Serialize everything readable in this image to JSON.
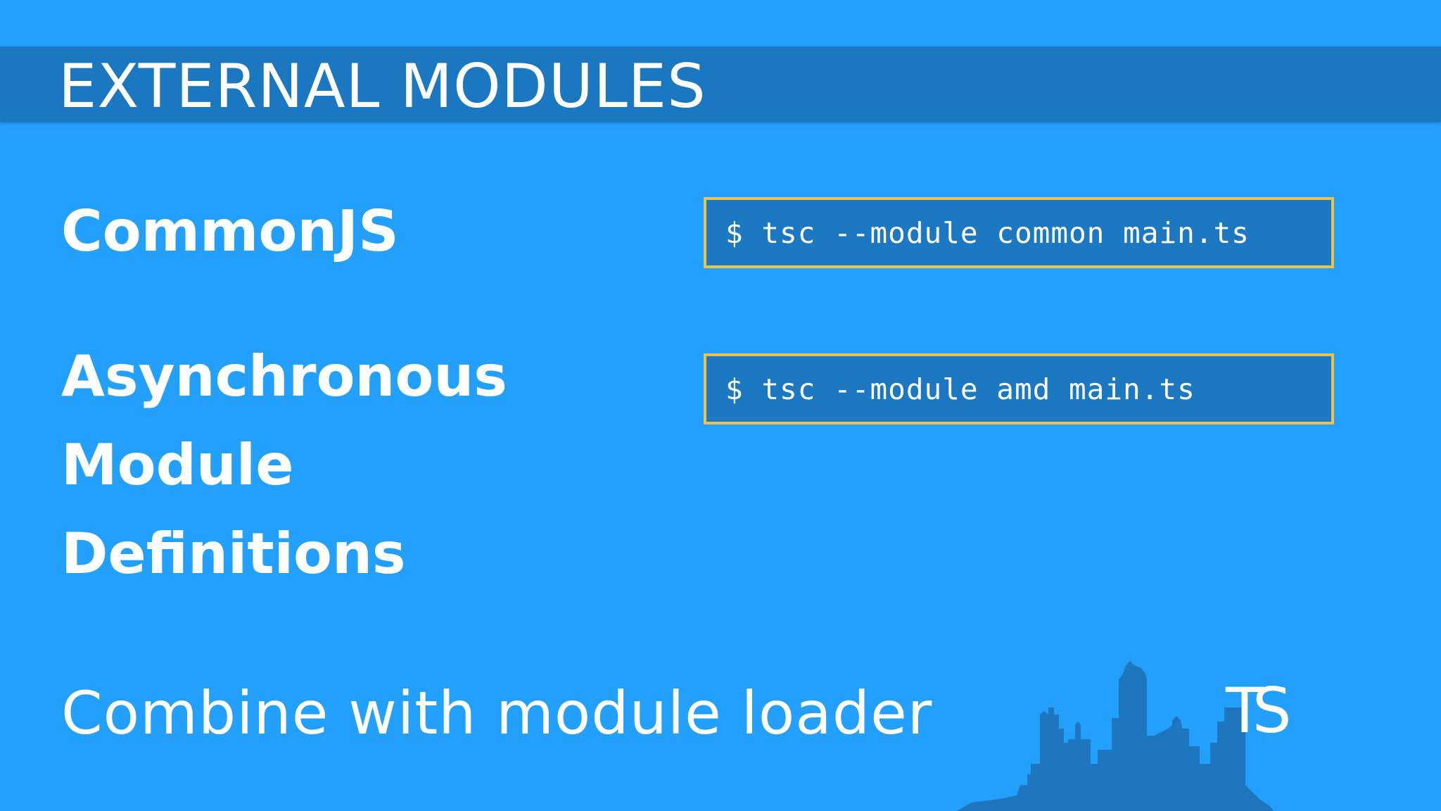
{
  "slide": {
    "title": "EXTERNAL MODULES",
    "topics": {
      "commonjs": "CommonJS",
      "amd": [
        "Asynchronous",
        "Module",
        "Definitions"
      ]
    },
    "commands": {
      "commonjs": "$ tsc --module common main.ts",
      "amd": "$ tsc --module amd main.ts"
    },
    "footer": "Combine with module loader",
    "logo": "TS"
  },
  "colors": {
    "background": "#23a0fb",
    "title_bar": "#1b77c0",
    "code_box": "#1d78c2",
    "code_border": "#ecc24a",
    "skyline": "#1e76bf",
    "text": "#ffffff"
  }
}
